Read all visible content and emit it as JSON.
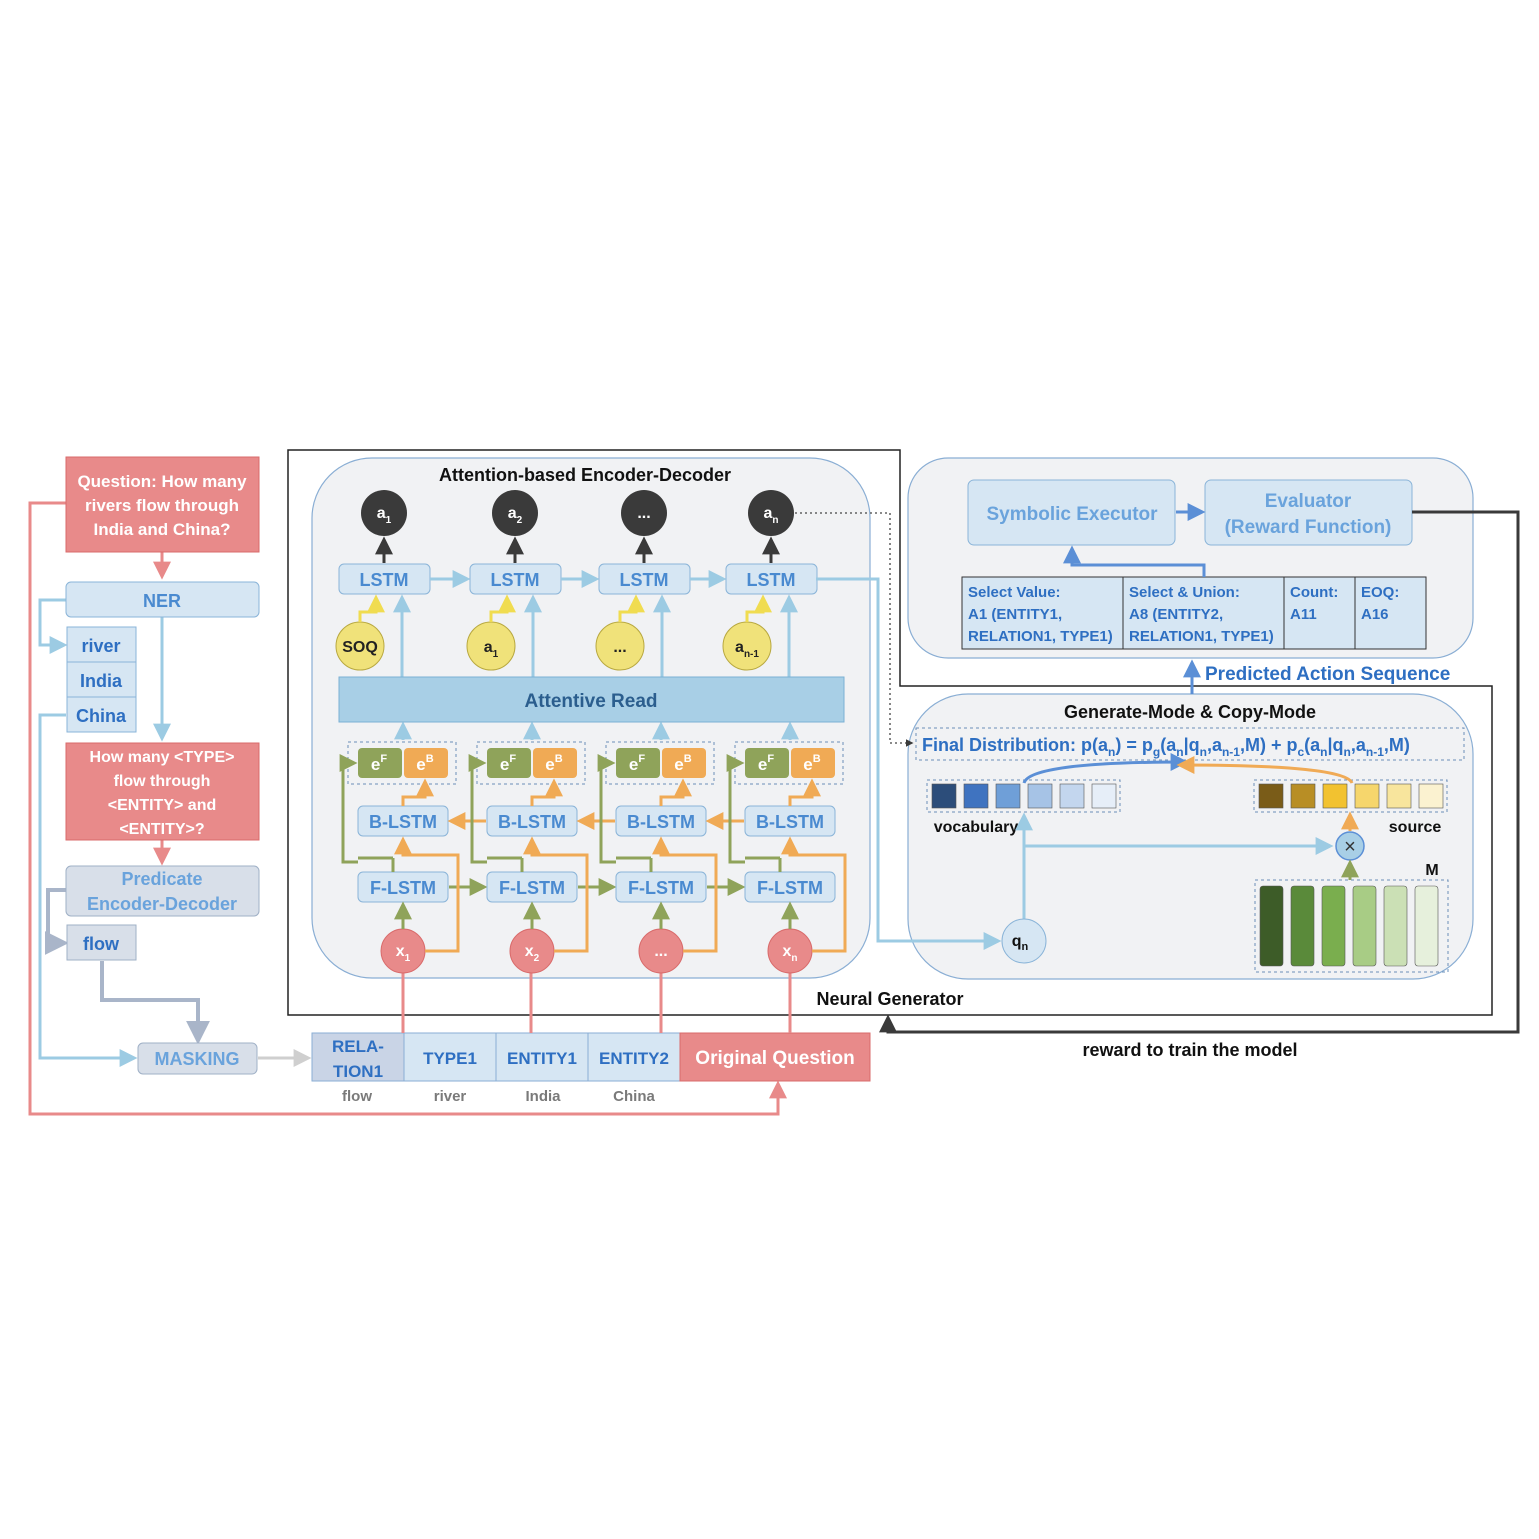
{
  "left_panel": {
    "question": [
      "Question: How many",
      "rivers flow through",
      "India and China?"
    ],
    "ner": "NER",
    "ner_outputs": [
      "river",
      "India",
      "China"
    ],
    "masked_question": [
      "How many <TYPE>",
      "flow through",
      "<ENTITY> and",
      "<ENTITY>?"
    ],
    "predicate_model": [
      "Predicate",
      "Encoder-Decoder"
    ],
    "predicate_output": "flow",
    "masking": "MASKING"
  },
  "input_row": {
    "cells": [
      {
        "label": [
          "RELA-",
          "TION1"
        ],
        "sub": "flow"
      },
      {
        "label": [
          "TYPE1"
        ],
        "sub": "river"
      },
      {
        "label": [
          "ENTITY1"
        ],
        "sub": "India"
      },
      {
        "label": [
          "ENTITY2"
        ],
        "sub": "China"
      }
    ],
    "original_question": "Original Question"
  },
  "encoder_decoder": {
    "title": "Attention-based Encoder-Decoder",
    "outputs": [
      {
        "main": "a",
        "sub": "1"
      },
      {
        "main": "a",
        "sub": "2"
      },
      {
        "main": "...",
        "sub": ""
      },
      {
        "main": "a",
        "sub": "n"
      }
    ],
    "lstm": "LSTM",
    "decoder_inputs": [
      {
        "main": "SOQ",
        "sub": ""
      },
      {
        "main": "a",
        "sub": "1"
      },
      {
        "main": "...",
        "sub": ""
      },
      {
        "main": "a",
        "sub": "n-1"
      }
    ],
    "attentive_read": "Attentive Read",
    "eF": {
      "main": "e",
      "sup": "F"
    },
    "eB": {
      "main": "e",
      "sup": "B"
    },
    "b_lstm": "B-LSTM",
    "f_lstm": "F-LSTM",
    "inputs": [
      {
        "main": "x",
        "sub": "1"
      },
      {
        "main": "x",
        "sub": "2"
      },
      {
        "main": "...",
        "sub": ""
      },
      {
        "main": "x",
        "sub": "n"
      }
    ],
    "neural_generator": "Neural Generator"
  },
  "executor_panel": {
    "symbolic_executor": "Symbolic Executor",
    "evaluator": [
      "Evaluator",
      "(Reward Function)"
    ],
    "actions": [
      [
        "Select Value:",
        "A1 (ENTITY1,",
        "RELATION1, TYPE1)"
      ],
      [
        "Select & Union:",
        "A8 (ENTITY2,",
        "RELATION1, TYPE1)"
      ],
      [
        "Count:",
        "A11"
      ],
      [
        "EOQ:",
        "A16"
      ]
    ],
    "predicted_label": "Predicted Action Sequence"
  },
  "copy_panel": {
    "title": "Generate-Mode & Copy-Mode",
    "formula": "Final Distribution: p(a_n) = p_g(a_n|q_n,a_n-1,M) + p_c(a_n|q_n,a_n-1,M)",
    "vocabulary_label": "vocabulary",
    "source_label": "source",
    "memory_label": "M",
    "query": {
      "main": "q",
      "sub": "n"
    },
    "multiply": "×",
    "vocab_colors": [
      "#2c4d7a",
      "#3f73c0",
      "#6f9fd8",
      "#a6c3e6",
      "#c3d6ee",
      "#e6eef8"
    ],
    "source_colors": [
      "#7a5c18",
      "#b88e25",
      "#f2c230",
      "#f6d66c",
      "#f8e59d",
      "#fbf2d0"
    ],
    "memory_colors": [
      "#3d5c28",
      "#5a8a3a",
      "#7aae4e",
      "#a8cc85",
      "#cbe0b5",
      "#e6f0dc"
    ]
  },
  "reward_label": "reward to train the model",
  "colors": {
    "red": "#e88a8a",
    "pale_blue": "#d6e6f3",
    "attentive": "#a8cfe6",
    "olive": "#8fa35a",
    "orange": "#f0aa55",
    "yellow": "#f0e27a",
    "dark_node": "#3a3a3a",
    "panel_grey": "#f1f2f4"
  }
}
